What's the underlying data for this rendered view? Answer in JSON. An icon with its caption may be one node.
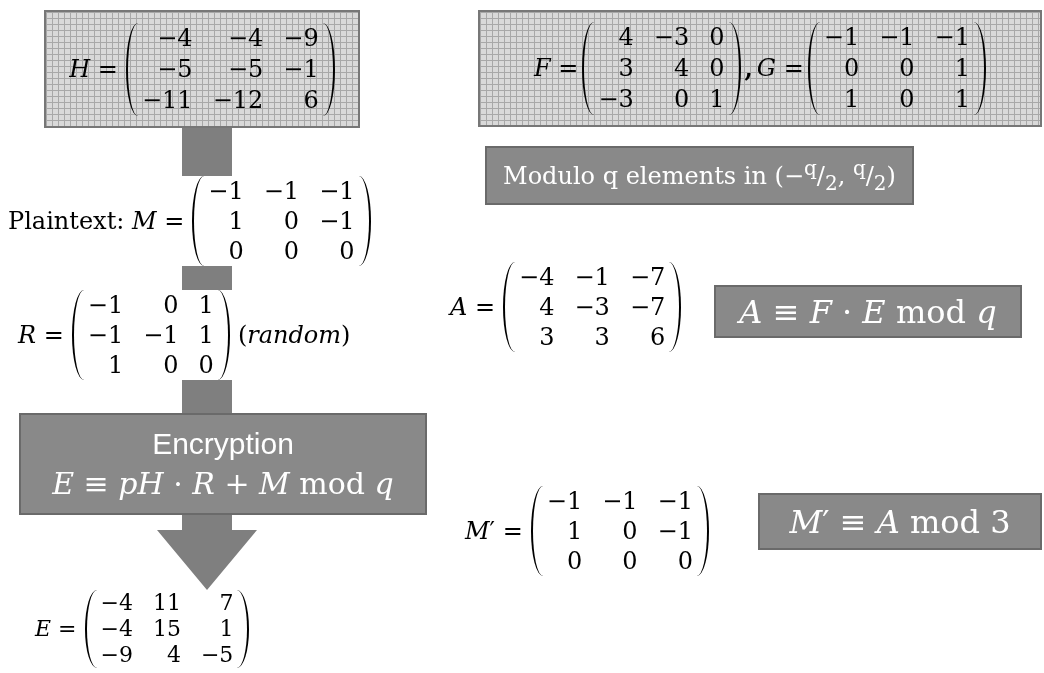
{
  "diagram": {
    "nodes": [
      {
        "text": [
          "*H* =",
          "−4",
          "−4",
          "−9",
          "−5",
          "−5",
          "−1",
          "−11",
          "−12",
          "6"
        ]
      },
      {
        "text": [
          "Plaintext: *M* =",
          "−1",
          "−1",
          "−1",
          "1",
          "0",
          "−1",
          "0",
          "0",
          "0"
        ]
      },
      {
        "text": [
          "*R* =",
          "−1",
          "0",
          "1",
          "−1",
          "−1",
          "1",
          "1",
          "0",
          "0",
          "(*random*)"
        ]
      },
      {
        "text": [
          "Encryption",
          "*E* ≡ *pH* · *R* + *M* mod *q*"
        ]
      },
      {
        "text": [
          "*E* =",
          "−4",
          "11",
          "7",
          "−4",
          "15",
          "1",
          "−9",
          "4",
          "−5"
        ]
      },
      {
        "text": [
          "*F* =",
          "4",
          "−3",
          "0",
          "3",
          "4",
          "0",
          "−3",
          "0",
          "1",
          ",",
          "*G* =",
          "−1",
          "−1",
          "−1",
          "0",
          "0",
          "1",
          "1",
          "0",
          "1"
        ]
      },
      {
        "text": [
          "Modulo q elements in (−$^{q}$/$_{2}$, $^{q}$/$_{2}$)"
        ]
      },
      {
        "text": [
          "*A* ≡ *F* · *E* mod *q*"
        ]
      },
      {
        "text": [
          "*M*′ ≡ *A* mod 3"
        ]
      }
    ],
    "edges": [
      {
        "from": 0,
        "to": 1,
        "arrow": "none",
        "style": "thick"
      },
      {
        "from": 1,
        "to": 2,
        "arrow": "none",
        "style": "thick"
      },
      {
        "from": 2,
        "to": 3,
        "arrow": "none",
        "style": "thick"
      },
      {
        "from": 3,
        "to": 4,
        "arrow": "to",
        "style": "thick"
      }
    ],
    "labels": [
      "*A* =",
      "−4",
      "−1",
      "−7",
      "4",
      "−3",
      "−7",
      "3",
      "3",
      "6",
      "*M*′ =",
      "−1",
      "−1",
      "−1",
      "1",
      "0",
      "−1",
      "0",
      "0",
      "0"
    ]
  }
}
